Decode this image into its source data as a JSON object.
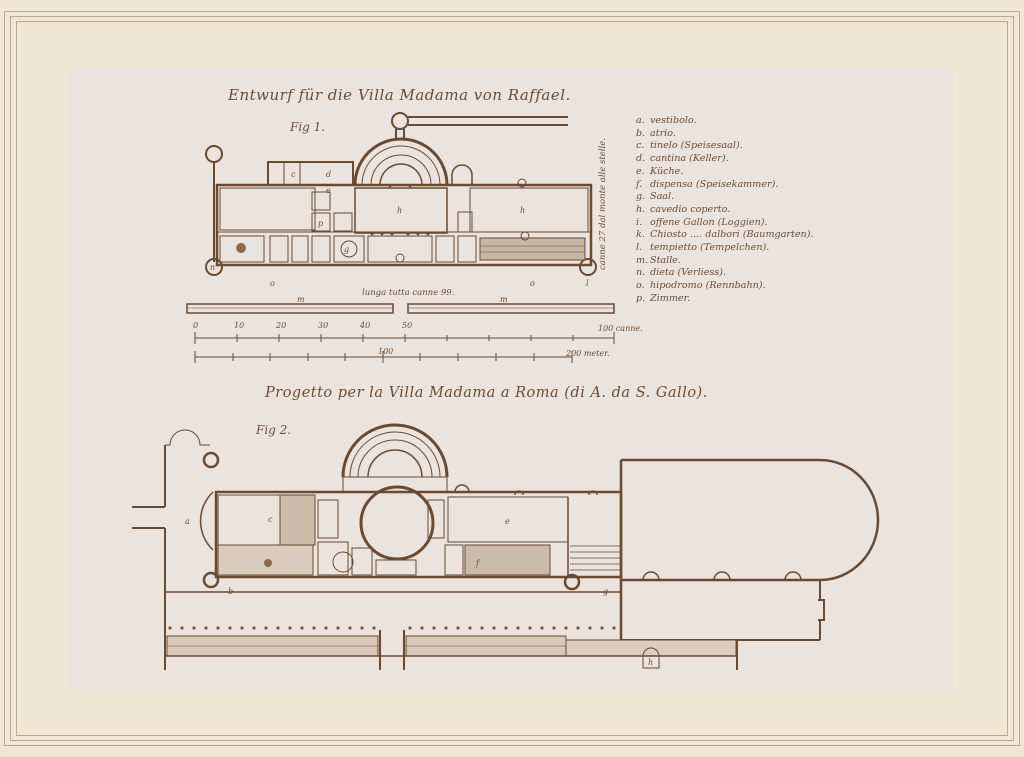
{
  "title_top": "Entwurf für die Villa Madama von Raffael.",
  "fig1_label": "Fig 1.",
  "title_bottom": "Progetto per la Villa Madama a Roma (di A. da S. Gallo).",
  "fig2_label": "Fig 2.",
  "legend": [
    {
      "key": "a.",
      "text": "vestibolo."
    },
    {
      "key": "b.",
      "text": "atrio."
    },
    {
      "key": "c.",
      "text": "tinelo (Speisesaal)."
    },
    {
      "key": "d.",
      "text": "cantina (Keller)."
    },
    {
      "key": "e.",
      "text": "Küche."
    },
    {
      "key": "f.",
      "text": "dispensa (Speisekammer)."
    },
    {
      "key": "g.",
      "text": "Saal."
    },
    {
      "key": "h.",
      "text": "cavedio coperto."
    },
    {
      "key": "i.",
      "text": "offene Gallon (Loggien)."
    },
    {
      "key": "k.",
      "text": "Chiosto .... dalbori (Baumgarten)."
    },
    {
      "key": "l.",
      "text": "tempietto (Tempelchen)."
    },
    {
      "key": "m.",
      "text": "Stalle."
    },
    {
      "key": "n.",
      "text": "dieta (Verliess)."
    },
    {
      "key": "o.",
      "text": "hipodromo (Rennbahn)."
    },
    {
      "key": "p.",
      "text": "Zimmer."
    }
  ],
  "side_note": "canne 27 dal monte alle stelle.",
  "length_note": "lunga tutta canne 99.",
  "scale_canne": {
    "ticks": [
      "0",
      "10",
      "20",
      "30",
      "40",
      "50"
    ],
    "end": "100 canne."
  },
  "scale_meter": {
    "mid": "100",
    "end": "200 meter."
  },
  "fig1_letters": {
    "m1": "m",
    "m2": "m",
    "o1": "o",
    "o2": "o",
    "l": "l",
    "n": "n",
    "h1": "h",
    "h2": "h",
    "d": "d",
    "c": "c",
    "e": "e",
    "p": "p",
    "g": "g"
  },
  "fig2_letters": {
    "a": "a",
    "b": "b",
    "c": "c",
    "e": "e",
    "f": "f",
    "g": "g",
    "h": "h"
  }
}
